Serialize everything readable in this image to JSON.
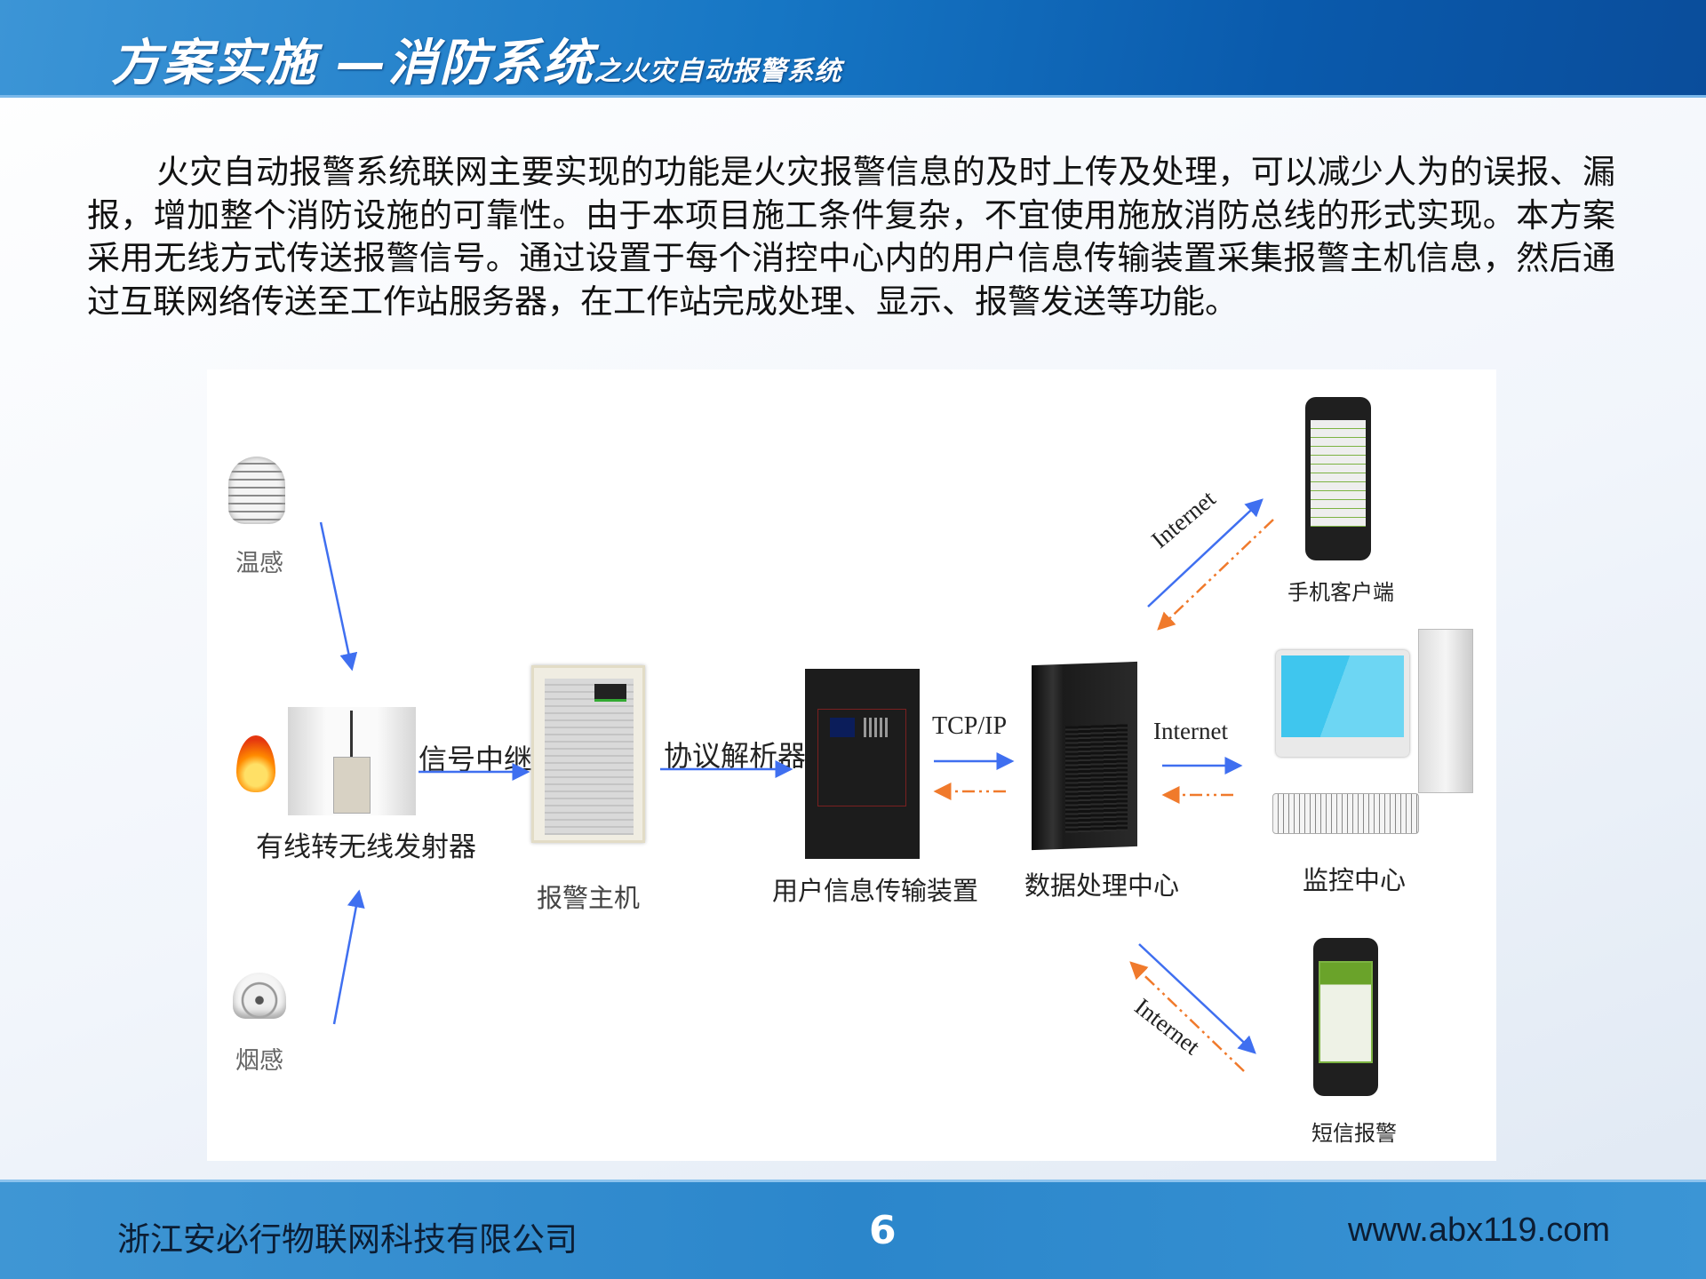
{
  "header": {
    "title_main": "方案实施 —消防系统",
    "title_sub": "之火灾自动报警系统"
  },
  "body": {
    "paragraph": "火灾自动报警系统联网主要实现的功能是火灾报警信息的及时上传及处理，可以减少人为的误报、漏报，增加整个消防设施的可靠性。由于本项目施工条件复杂，不宜使用施放消防总线的形式实现。本方案采用无线方式传送报警信号。通过设置于每个消控中心内的用户信息传输装置采集报警主机信息，然后通过互联网络传送至工作站服务器，在工作站完成处理、显示、报警发送等功能。"
  },
  "diagram": {
    "temp_sensor": "温感",
    "smoke_sensor": "烟感",
    "transmitter": "有线转无线发射器",
    "relay": "信号中继",
    "alarm_host": "报警主机",
    "protocol": "协议解析器",
    "user_device": "用户信息传输装置",
    "tcpip": "TCP/IP",
    "data_center": "数据处理中心",
    "internet_monitor": "Internet",
    "monitor_center": "监控中心",
    "internet_mobile": "Internet",
    "mobile_client": "手机客户端",
    "internet_sms": "Internet",
    "sms_alarm": "短信报警",
    "colors": {
      "forward_arrow": "#3f6ff0",
      "return_arrow": "#f07a2c"
    }
  },
  "footer": {
    "company": "浙江安必行物联网科技有限公司",
    "page": "6",
    "url": "www.abx119.com"
  }
}
